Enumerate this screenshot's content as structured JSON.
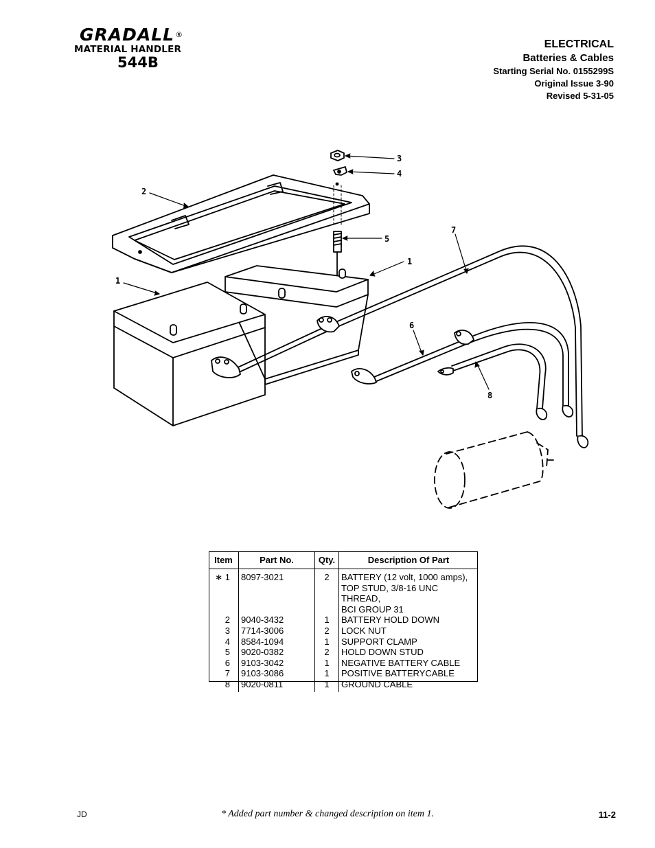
{
  "brand": {
    "name": "GRADALL",
    "registered": "®",
    "subtitle": "MATERIAL HANDLER",
    "model": "544B"
  },
  "header": {
    "section": "ELECTRICAL",
    "subsection": "Batteries & Cables",
    "serial": "Starting Serial No. 0155299S",
    "original_issue": "Original Issue 3-90",
    "revised": "Revised  5-31-05"
  },
  "diagram": {
    "callouts": [
      "1",
      "1",
      "2",
      "3",
      "4",
      "5",
      "6",
      "7",
      "8"
    ]
  },
  "parts_table": {
    "headers": [
      "Item",
      "Part No.",
      "Qty.",
      "Description Of Part"
    ],
    "rows": [
      {
        "item": "∗ 1",
        "part": "8097-3021",
        "qty": "2",
        "desc": [
          "BATTERY (12 volt, 1000 amps),",
          "TOP STUD, 3/8-16 UNC THREAD,",
          "BCI GROUP 31"
        ]
      },
      {
        "item": "2",
        "part": "9040-3432",
        "qty": "1",
        "desc": [
          "BATTERY HOLD DOWN"
        ]
      },
      {
        "item": "3",
        "part": "7714-3006",
        "qty": "2",
        "desc": [
          "LOCK NUT"
        ]
      },
      {
        "item": "4",
        "part": "8584-1094",
        "qty": "1",
        "desc": [
          "SUPPORT CLAMP"
        ]
      },
      {
        "item": "5",
        "part": "9020-0382",
        "qty": "2",
        "desc": [
          "HOLD DOWN STUD"
        ]
      },
      {
        "item": "6",
        "part": "9103-3042",
        "qty": "1",
        "desc": [
          "NEGATIVE BATTERY CABLE"
        ]
      },
      {
        "item": "7",
        "part": "9103-3086",
        "qty": "1",
        "desc": [
          "POSITIVE BATTERYCABLE"
        ]
      },
      {
        "item": "8",
        "part": "9020-0811",
        "qty": "1",
        "desc": [
          "GROUND CABLE"
        ]
      }
    ]
  },
  "footer": {
    "left": "JD",
    "note": "* Added part number & changed description on item 1.",
    "page": "11-2"
  }
}
